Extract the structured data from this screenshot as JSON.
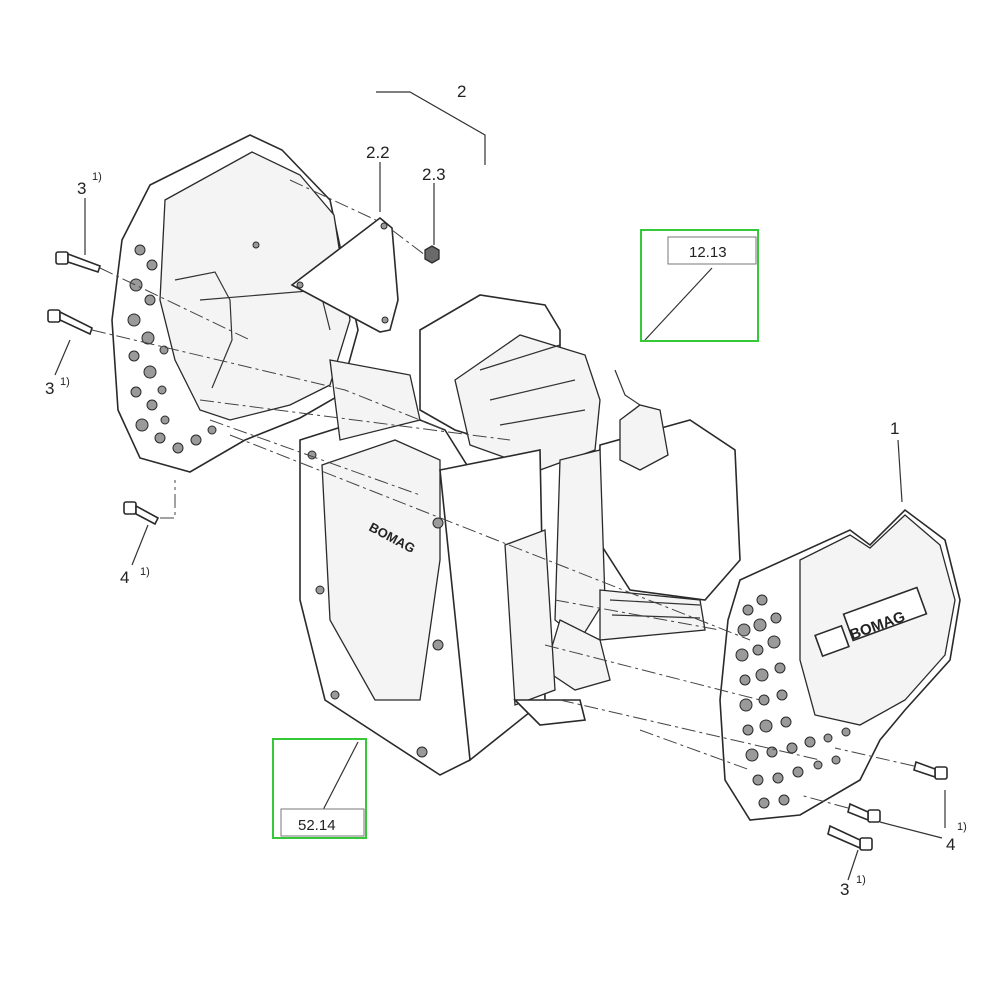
{
  "diagram": {
    "labels": {
      "item_2": "2",
      "item_2_2": "2.2",
      "item_2_3": "2.3",
      "item_1": "1",
      "item_3": "3",
      "item_4": "4",
      "footnote": "1)"
    },
    "logo_text": "BOMAG",
    "references": {
      "ref_12_13": "12.13",
      "ref_52_14": "52.14"
    },
    "colors": {
      "reference_box": "#35c93a",
      "line": "#2a2a2a"
    }
  }
}
